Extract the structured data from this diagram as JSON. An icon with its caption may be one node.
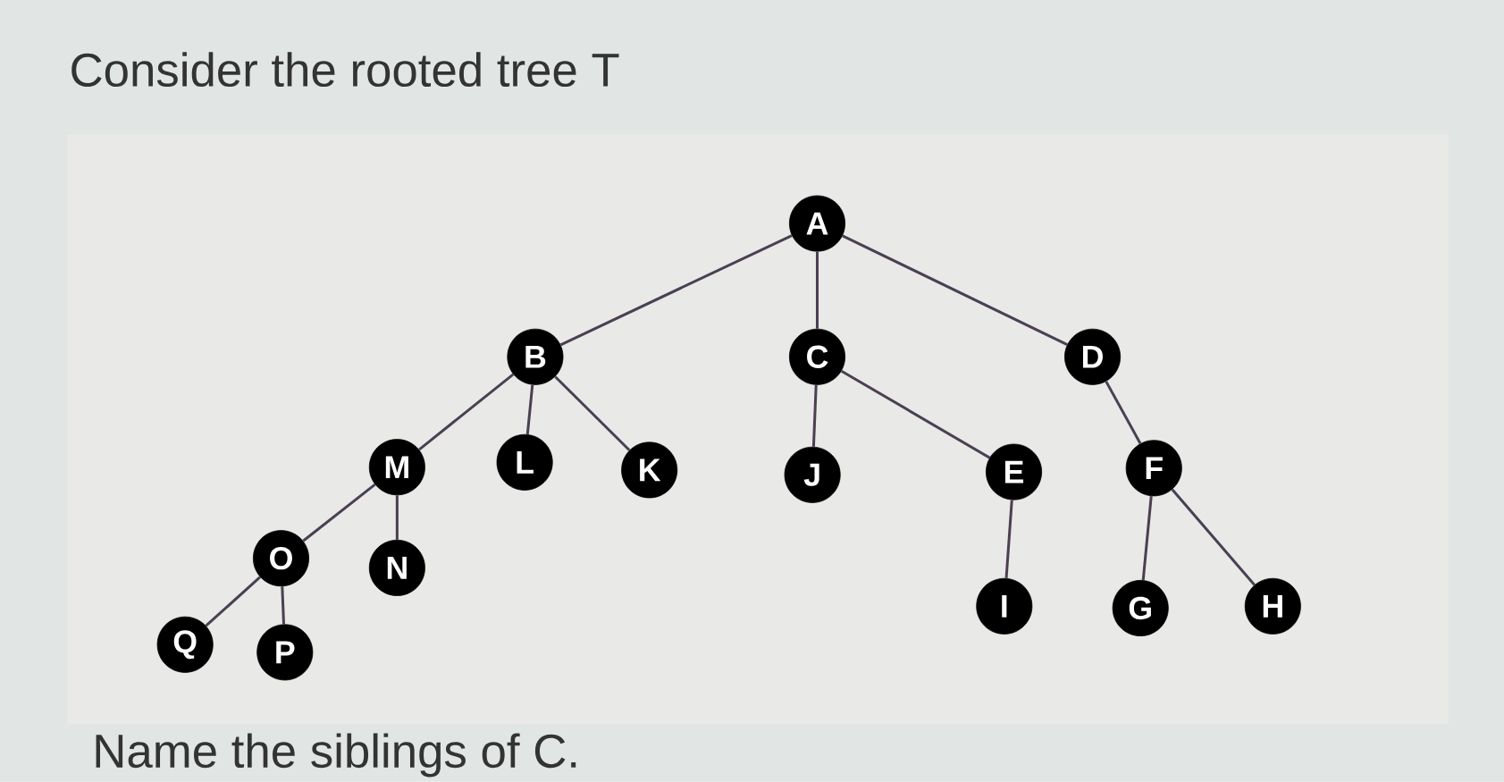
{
  "diagram": {
    "title": "Consider the rooted tree T",
    "caption": "Name the siblings of C.",
    "nodes": [
      {
        "text": [
          "A"
        ]
      },
      {
        "text": [
          "B"
        ]
      },
      {
        "text": [
          "C"
        ]
      },
      {
        "text": [
          "D"
        ]
      },
      {
        "text": [
          "M"
        ]
      },
      {
        "text": [
          "L"
        ]
      },
      {
        "text": [
          "K"
        ]
      },
      {
        "text": [
          "J"
        ]
      },
      {
        "text": [
          "E"
        ]
      },
      {
        "text": [
          "F"
        ]
      },
      {
        "text": [
          "O"
        ]
      },
      {
        "text": [
          "N"
        ]
      },
      {
        "text": [
          "I"
        ]
      },
      {
        "text": [
          "G"
        ]
      },
      {
        "text": [
          "H"
        ]
      },
      {
        "text": [
          "Q"
        ]
      },
      {
        "text": [
          "P"
        ]
      }
    ],
    "edges": [
      {
        "from": 0,
        "to": 1,
        "arrow": "none"
      },
      {
        "from": 0,
        "to": 2,
        "arrow": "none"
      },
      {
        "from": 0,
        "to": 3,
        "arrow": "none"
      },
      {
        "from": 1,
        "to": 4,
        "arrow": "none"
      },
      {
        "from": 1,
        "to": 5,
        "arrow": "none"
      },
      {
        "from": 1,
        "to": 6,
        "arrow": "none"
      },
      {
        "from": 2,
        "to": 7,
        "arrow": "none"
      },
      {
        "from": 2,
        "to": 8,
        "arrow": "none"
      },
      {
        "from": 3,
        "to": 9,
        "arrow": "none"
      },
      {
        "from": 4,
        "to": 10,
        "arrow": "none"
      },
      {
        "from": 4,
        "to": 11,
        "arrow": "none"
      },
      {
        "from": 8,
        "to": 12,
        "arrow": "none"
      },
      {
        "from": 9,
        "to": 13,
        "arrow": "none"
      },
      {
        "from": 9,
        "to": 14,
        "arrow": "none"
      },
      {
        "from": 10,
        "to": 15,
        "arrow": "none"
      },
      {
        "from": 10,
        "to": 16,
        "arrow": "none"
      }
    ]
  }
}
